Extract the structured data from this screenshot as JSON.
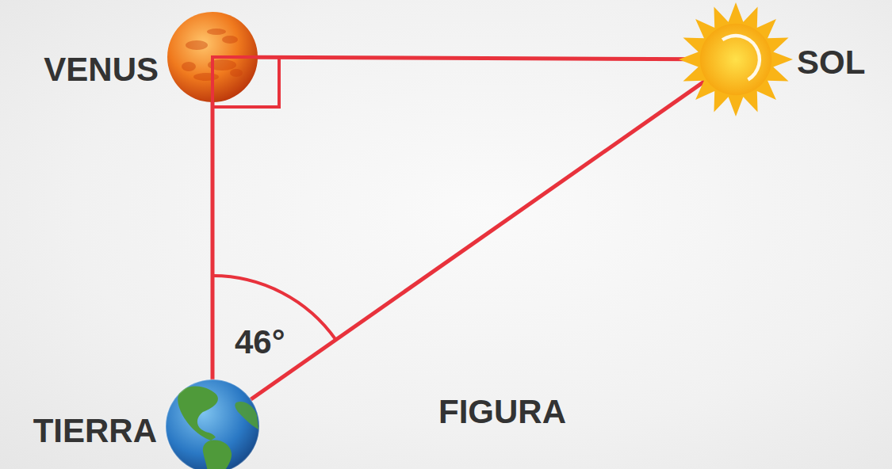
{
  "diagram": {
    "nodes": [
      {
        "text": [
          "VENUS"
        ]
      },
      {
        "text": [
          "SOL"
        ]
      },
      {
        "text": [
          "TIERRA"
        ]
      }
    ],
    "edges": [
      {
        "from": 0,
        "to": 1,
        "arrow": "none"
      },
      {
        "from": 0,
        "to": 2,
        "arrow": "none"
      },
      {
        "from": 2,
        "to": 1,
        "arrow": "none"
      }
    ],
    "labels": [
      "46°",
      "FIGURA"
    ]
  }
}
